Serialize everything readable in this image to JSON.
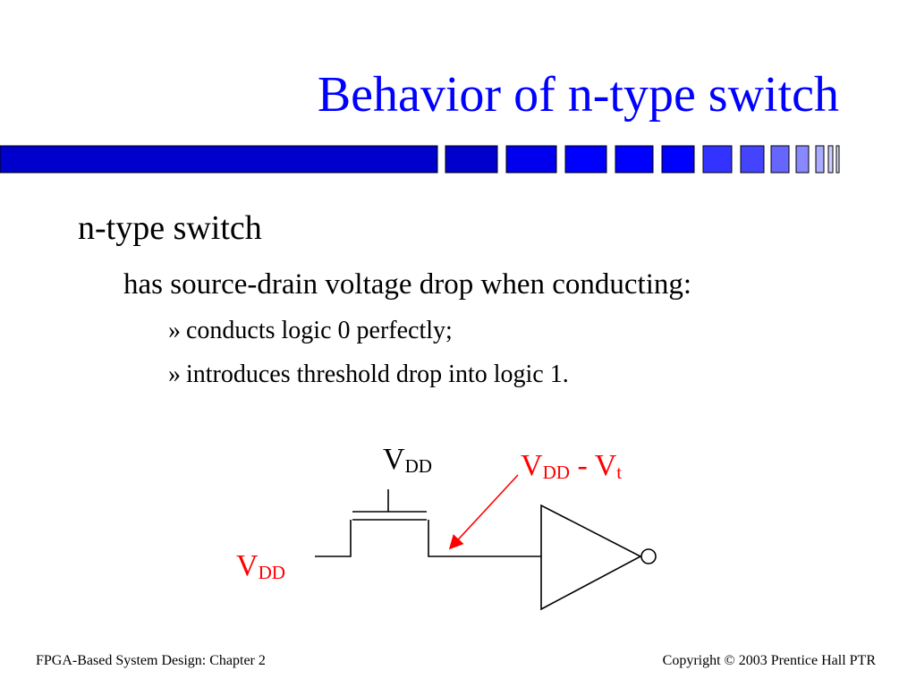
{
  "slide": {
    "title": "Behavior of n-type switch",
    "bullet_level1": "n-type switch",
    "bullet_level2": "has source-drain voltage drop when conducting:",
    "bullet_marker": "»",
    "bullet_level3": [
      "conducts logic 0 perfectly;",
      "introduces threshold drop into logic 1."
    ]
  },
  "circuit": {
    "gate_label": {
      "main": "V",
      "sub": "DD"
    },
    "input_label": {
      "main": "V",
      "sub": "DD"
    },
    "output_label": {
      "main": "V",
      "sub": "DD",
      "mid": " - V",
      "sub2": "t"
    }
  },
  "footer": {
    "left": "FPGA-Based System Design: Chapter 2",
    "right": "Copyright © 2003 Prentice Hall PTR"
  },
  "colors": {
    "title": "#0000ff",
    "accent_red": "#ff0000",
    "bar_dark": "#0000cc",
    "bar_light": "#6666ff"
  }
}
